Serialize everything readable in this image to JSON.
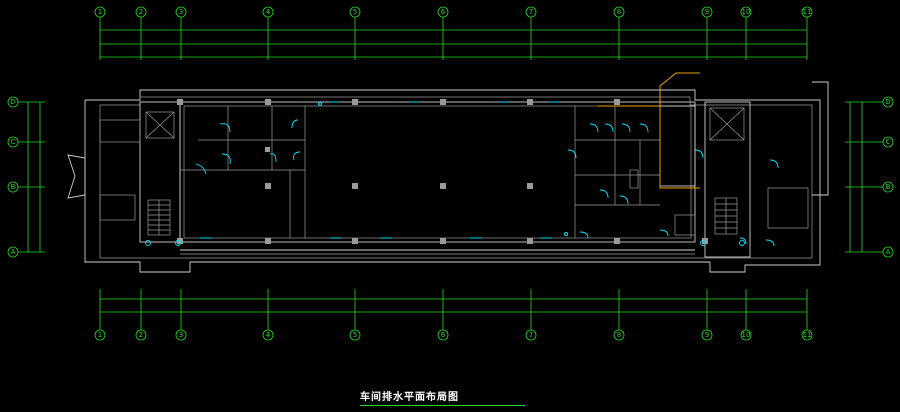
{
  "drawing": {
    "title": "车间排水平面布局图",
    "colors": {
      "background": "#000000",
      "grid": "#1fdc1f",
      "walls": "#cfcfcf",
      "fixtures": "#00e5ff",
      "pipe": "#e8a000"
    },
    "axes_top": [
      "1",
      "2",
      "3",
      "4",
      "5",
      "6",
      "7",
      "8",
      "9",
      "10",
      "11"
    ],
    "axes_bottom": [
      "1",
      "2",
      "3",
      "4",
      "5",
      "6",
      "7",
      "8",
      "9",
      "10",
      "11"
    ],
    "axes_left": [
      "D",
      "C",
      "B",
      "A"
    ],
    "axes_right": [
      "D",
      "C",
      "B",
      "A"
    ]
  }
}
